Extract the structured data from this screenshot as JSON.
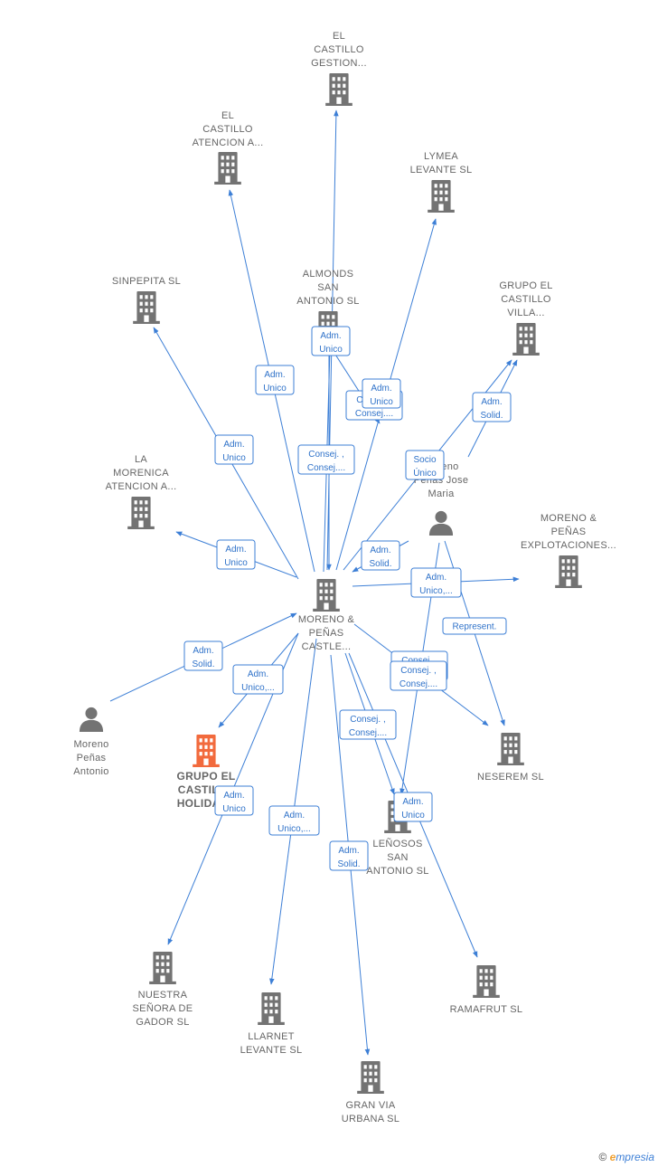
{
  "colors": {
    "edge": "#3d7fd6",
    "company": "#737373",
    "focus_company": "#f26a3d",
    "person": "#737373",
    "label": "#666666"
  },
  "nodes": [
    {
      "id": "center",
      "type": "company",
      "lines": [
        "MORENO &",
        "PEÑAS",
        "CASTLE..."
      ]
    },
    {
      "id": "castillo_gestion",
      "type": "company",
      "lines": [
        "EL",
        "CASTILLO",
        "GESTION..."
      ]
    },
    {
      "id": "castillo_atencion",
      "type": "company",
      "lines": [
        "EL",
        "CASTILLO",
        "ATENCION A..."
      ]
    },
    {
      "id": "lymea",
      "type": "company",
      "lines": [
        "LYMEA",
        "LEVANTE  SL"
      ]
    },
    {
      "id": "sinpepita",
      "type": "company",
      "lines": [
        "SINPEPITA  SL"
      ]
    },
    {
      "id": "almonds",
      "type": "company",
      "lines": [
        "ALMONDS",
        "SAN",
        "ANTONIO  SL"
      ]
    },
    {
      "id": "grupo_villa",
      "type": "company",
      "lines": [
        "GRUPO EL",
        "CASTILLO",
        "VILLA..."
      ]
    },
    {
      "id": "morenica",
      "type": "company",
      "lines": [
        "LA",
        "MORENICA",
        "ATENCION A..."
      ]
    },
    {
      "id": "moreno_jose",
      "type": "person",
      "lines": [
        "Moreno",
        "Peñas Jose",
        "Maria"
      ]
    },
    {
      "id": "explotaciones",
      "type": "company",
      "lines": [
        "MORENO &",
        "PEÑAS",
        "EXPLOTACIONES..."
      ]
    },
    {
      "id": "moreno_antonio",
      "type": "person",
      "lines": [
        "Moreno",
        "Peñas",
        "Antonio"
      ]
    },
    {
      "id": "grupo_holiday",
      "type": "focus",
      "lines": [
        "GRUPO EL",
        "CASTILLO",
        "HOLIDAY..."
      ]
    },
    {
      "id": "neserem",
      "type": "company",
      "lines": [
        "NESEREM SL"
      ]
    },
    {
      "id": "lenosos",
      "type": "company",
      "lines": [
        "LEÑOSOS",
        "SAN",
        "ANTONIO  SL"
      ]
    },
    {
      "id": "nuestra",
      "type": "company",
      "lines": [
        "NUESTRA",
        "SEÑORA DE",
        "GADOR  SL"
      ]
    },
    {
      "id": "llarnet",
      "type": "company",
      "lines": [
        "LLARNET",
        "LEVANTE  SL"
      ]
    },
    {
      "id": "ramafrut",
      "type": "company",
      "lines": [
        "RAMAFRUT SL"
      ]
    },
    {
      "id": "granvia",
      "type": "company",
      "lines": [
        "GRAN VIA",
        "URBANA  SL"
      ]
    }
  ],
  "edges": [
    {
      "from": "center",
      "to": "castillo_gestion",
      "role": [
        "Adm.",
        "Unico"
      ]
    },
    {
      "from": "center",
      "to": "castillo_atencion",
      "role": [
        "Adm.",
        "Unico"
      ]
    },
    {
      "from": "center",
      "to": "lymea",
      "role": [
        "Adm.",
        "Unico"
      ]
    },
    {
      "from": "center",
      "to": "sinpepita",
      "role": [
        "Adm.",
        "Unico"
      ]
    },
    {
      "from": "center",
      "to": "almonds",
      "role": [
        "Consej. ,",
        "Consej...."
      ]
    },
    {
      "from": "center",
      "to": "grupo_villa",
      "role": [
        "Socio",
        "Único"
      ]
    },
    {
      "from": "moreno_jose",
      "to": "grupo_villa",
      "role": [
        "Adm.",
        "Solid."
      ]
    },
    {
      "from": "center",
      "to": "morenica",
      "role": [
        "Adm.",
        "Unico"
      ]
    },
    {
      "from": "moreno_jose",
      "to": "center",
      "role": [
        "Adm.",
        "Solid."
      ]
    },
    {
      "from": "center",
      "to": "explotaciones",
      "role": [
        "Adm.",
        "Unico,..."
      ]
    },
    {
      "from": "moreno_jose",
      "to": "neserem",
      "role": [
        "Represent."
      ]
    },
    {
      "from": "moreno_antonio",
      "to": "center",
      "role": [
        "Adm.",
        "Solid."
      ]
    },
    {
      "from": "center",
      "to": "grupo_holiday",
      "role": [
        "Adm.",
        "Unico,..."
      ]
    },
    {
      "from": "center",
      "to": "neserem",
      "role": [
        "Consej. ,",
        "Consej...."
      ]
    },
    {
      "from": "center",
      "to": "lenosos",
      "role": [
        "Consej. ,",
        "Consej...."
      ]
    },
    {
      "from": "moreno_jose",
      "to": "lenosos",
      "role": [
        "Adm.",
        "Unico"
      ]
    },
    {
      "from": "center",
      "to": "nuestra",
      "role": [
        "Adm.",
        "Unico"
      ]
    },
    {
      "from": "center",
      "to": "llarnet",
      "role": [
        "Adm.",
        "Unico,..."
      ]
    },
    {
      "from": "center",
      "to": "ramafrut",
      "role": [
        "Consej. ,",
        "Consej...."
      ]
    },
    {
      "from": "center",
      "to": "granvia",
      "role": [
        "Adm.",
        "Solid."
      ]
    },
    {
      "from": "almonds",
      "to": "lenosos",
      "role": [
        "Consej. ,",
        "Consej...."
      ]
    },
    {
      "from": "almonds",
      "to": "center",
      "role": [
        "Adm.",
        "Unico"
      ]
    }
  ],
  "watermark": {
    "copyright": "©",
    "brand_initial": "e",
    "brand_rest": "mpresia"
  }
}
